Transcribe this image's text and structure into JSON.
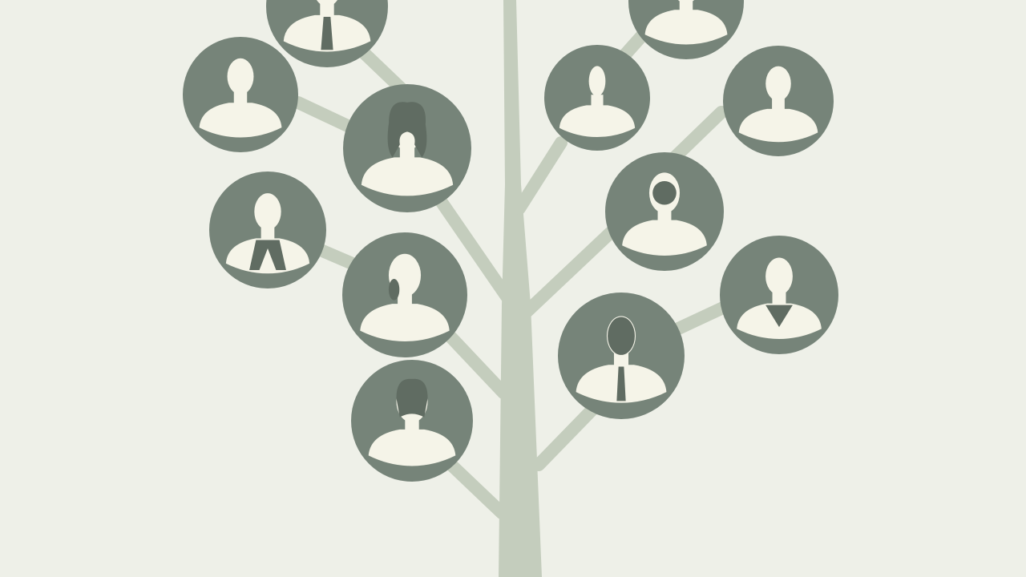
{
  "colors": {
    "background": "#eef0e8",
    "tree": "#c4cdbd",
    "node": "#768479",
    "silhouette_light": "#f5f4e8",
    "silhouette_dark": "#606c62"
  },
  "portraits": [
    {
      "id": "portrait-top-left-man",
      "kind": "man-tie"
    },
    {
      "id": "portrait-top-right-woman",
      "kind": "woman-curly"
    },
    {
      "id": "portrait-bald-man-left",
      "kind": "man-plain"
    },
    {
      "id": "portrait-woman-long-hair",
      "kind": "woman-long-dark"
    },
    {
      "id": "portrait-man-collar",
      "kind": "man-collar"
    },
    {
      "id": "portrait-woman-ponytail",
      "kind": "woman-ponytail"
    },
    {
      "id": "portrait-woman-bottom",
      "kind": "woman-short-dark"
    },
    {
      "id": "portrait-man-slim",
      "kind": "man-slim"
    },
    {
      "id": "portrait-man-right",
      "kind": "man-plain"
    },
    {
      "id": "portrait-woman-curly",
      "kind": "woman-curly"
    },
    {
      "id": "portrait-man-vneck",
      "kind": "man-vneck"
    },
    {
      "id": "portrait-man-dark-tie",
      "kind": "man-dark-tie"
    }
  ]
}
